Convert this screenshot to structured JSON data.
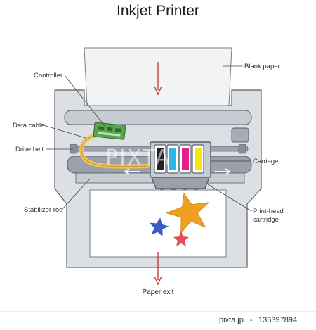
{
  "title": "Inkjet Printer",
  "labels": {
    "blank_paper": "Blank paper",
    "controller": "Controller",
    "data_cable": "Data cable",
    "drive_belt": "Drive belt",
    "carriage": "Carriage",
    "stabilizer_rod": "Stabilizer rod",
    "print_head_line1": "Print-head",
    "print_head_line2": "cartridge",
    "paper_exit": "Paper exit"
  },
  "watermark": "PIXTA",
  "footer": {
    "brand": "pixta.jp",
    "separator": "-",
    "image_number": "136397894"
  },
  "colors": {
    "frame": "#dcdfe4",
    "rod": "#b9c0c9",
    "cable": "#f3c35a",
    "circuit_board": "#5aa64e",
    "cyan": "#29b6e8",
    "magenta": "#e0208c",
    "yellow": "#f6e61a",
    "black": "#222222",
    "arrow_red": "#c4332a",
    "star_orange": "#f0a020",
    "star_blue": "#3a5cc4",
    "star_red": "#e0505a"
  }
}
